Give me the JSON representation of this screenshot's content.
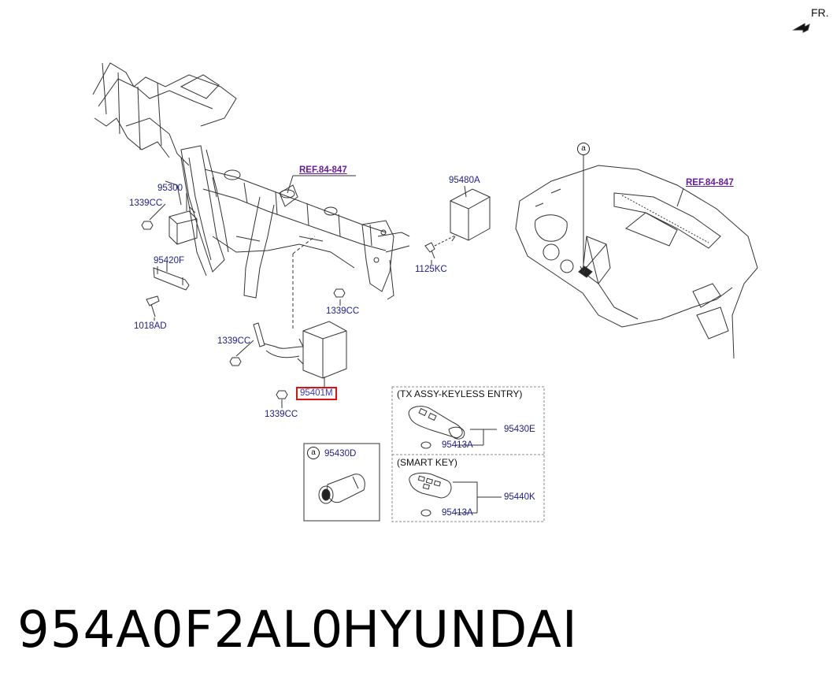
{
  "orientation_label": "FR.",
  "callout_letter": "a",
  "refs": {
    "ref_left": "REF.84-847",
    "ref_right": "REF.84-847"
  },
  "parts": {
    "p95300": "95300",
    "p1339cc_top": "1339CC",
    "p95420f": "95420F",
    "p1018ad": "1018AD",
    "p95480a": "95480A",
    "p1125kc": "1125KC",
    "p1339cc_mid": "1339CC",
    "p1339cc_left": "1339CC",
    "p95401m": "95401M",
    "p1339cc_bottom": "1339CC",
    "p95430d": "95430D",
    "p95430e": "95430E",
    "p95413a_top": "95413A",
    "p95440k": "95440K",
    "p95413a_bottom": "95413A"
  },
  "boxes": {
    "keyless_title": "(TX ASSY-KEYLESS ENTRY)",
    "smartkey_title": "(SMART KEY)"
  },
  "colors": {
    "label": "#1c1c8c",
    "ref": "#6a1b9a",
    "highlight": "#e01010",
    "line": "#333333"
  },
  "footer": {
    "part_number": "954A0F2AL0",
    "brand": "HYUNDAI"
  }
}
